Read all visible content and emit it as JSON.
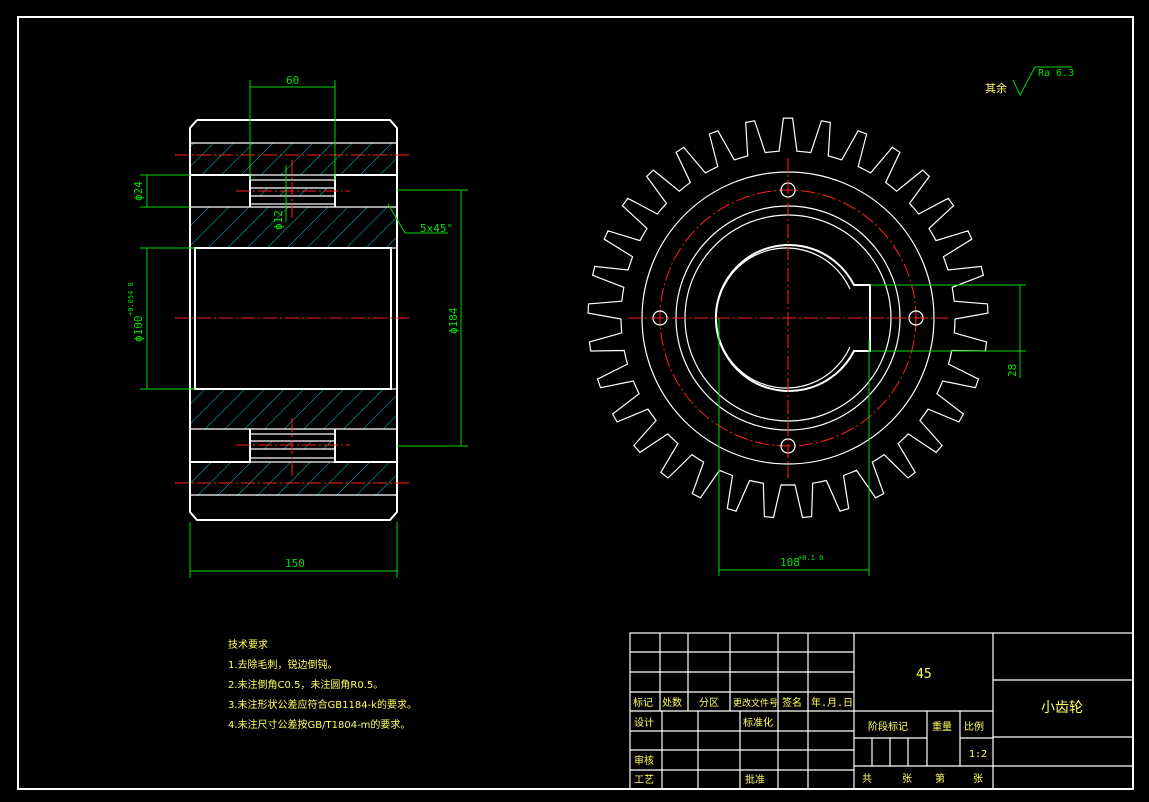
{
  "drawing": {
    "roughness": {
      "label": "其余",
      "value": "Ra 6.3"
    },
    "dims": {
      "width_top": "60",
      "width_bottom": "150",
      "d_small": "ϕ24",
      "d_hole": "ϕ12",
      "chamfer": "5x45°",
      "d_bore": "ϕ100",
      "d_bore_tol": "+0.054 0",
      "d_big": "ϕ184",
      "keyway": "28",
      "key_width": "108",
      "key_tol": "+0.1 0"
    }
  },
  "tech_requirements": {
    "title": "技术要求",
    "items": [
      "1.去除毛刺，锐边倒钝。",
      "2.未注倒角C0.5，未注圆角R0.5。",
      "3.未注形状公差应符合GB1184-k的要求。",
      "4.未注尺寸公差按GB/T1804-m的要求。"
    ]
  },
  "title_block": {
    "material": "45",
    "part_name": "小齿轮",
    "header": [
      "标记",
      "处数",
      "分区",
      "更改文件号",
      "签名",
      "年.月.日"
    ],
    "design": "设计",
    "standard": "标准化",
    "review": "审核",
    "process": "工艺",
    "approve": "批准",
    "stage_mark": "阶段标记",
    "weight": "重量",
    "scale": "比例",
    "scale_value": "1:2",
    "total": "共",
    "sheet": "张",
    "number": "第",
    "sheet2": "张"
  }
}
